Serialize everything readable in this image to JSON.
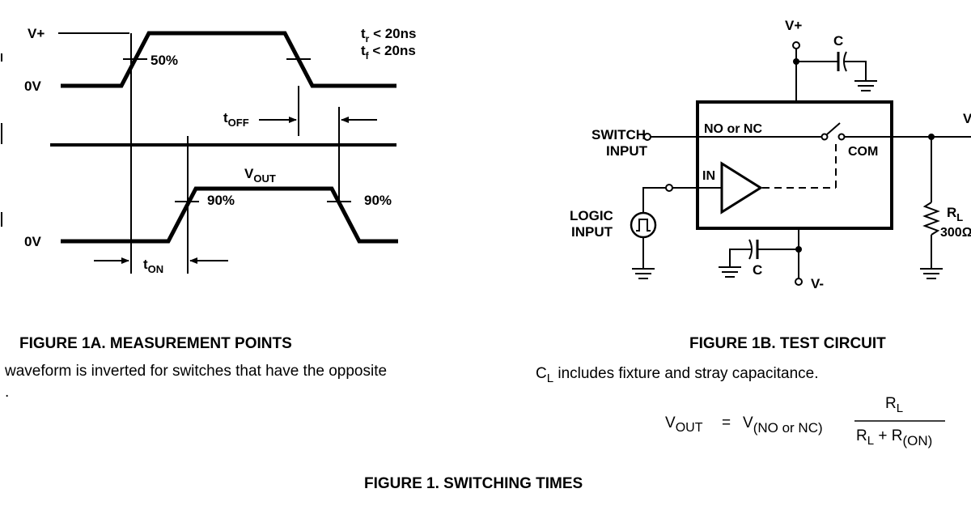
{
  "fig1a": {
    "vplus": "V+",
    "zero_top": "0V",
    "zero_bottom": "0V",
    "pct50": "50%",
    "pct90_left": "90%",
    "pct90_right": "90%",
    "tr_main": "t",
    "tr_sub": "r",
    "tr_rest": " < 20ns",
    "tf_main": "t",
    "tf_sub": "f",
    "tf_rest": " < 20ns",
    "toff_main": "t",
    "toff_sub": "OFF",
    "vout_main": "V",
    "vout_sub": "OUT",
    "ton_main": "t",
    "ton_sub": "ON",
    "caption": "FIGURE 1A.  MEASUREMENT POINTS",
    "note_line1": "waveform is inverted for switches that have the opposite",
    "note_line2": "."
  },
  "fig1b": {
    "vplus": "V+",
    "c_top": "C",
    "c_bottom": "C",
    "vminus": "V-",
    "switch_input_1": "SWITCH",
    "switch_input_2": "INPUT",
    "no_nc": "NO or NC",
    "com": "COM",
    "in_label": "IN",
    "logic_input_1": "LOGIC",
    "logic_input_2": "INPUT",
    "rl_main": "R",
    "rl_sub": "L",
    "rl_value": "300Ω",
    "vout_cut": "V",
    "caption": "FIGURE 1B.  TEST CIRCUIT",
    "cl_main": "C",
    "cl_sub": "L",
    "cl_rest": " includes fixture and stray capacitance."
  },
  "equation": {
    "lhs_main": "V",
    "lhs_sub": "OUT",
    "equals": "=",
    "rhs_main": "V",
    "rhs_sub": "(NO or NC)",
    "num_main": "R",
    "num_sub": "L",
    "den_main1": "R",
    "den_sub1": "L",
    "den_plus": " + R",
    "den_sub2": "(ON)"
  },
  "figure_caption": "FIGURE 1.  SWITCHING TIMES"
}
